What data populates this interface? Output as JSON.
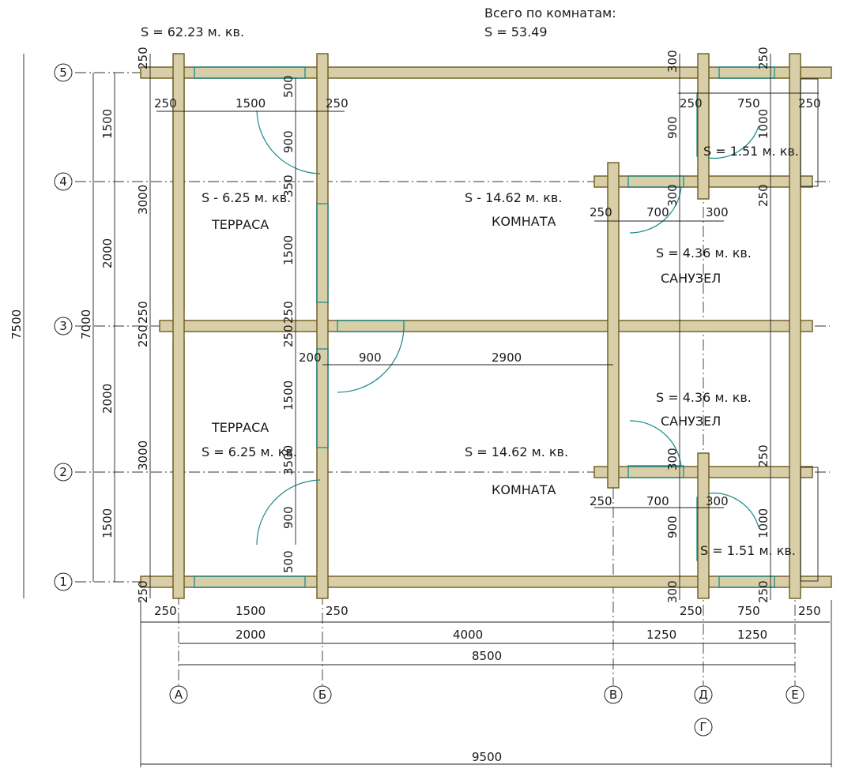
{
  "header": {
    "total_area": "S  =  62.23 м. кв.",
    "rooms_title": "Всего по комнатам:",
    "rooms_total": "S  =  53.49"
  },
  "axes": {
    "rows": [
      "5",
      "4",
      "3",
      "2",
      "1"
    ],
    "cols": [
      "А",
      "Б",
      "В",
      "Д",
      "Е"
    ],
    "extra": "Г"
  },
  "rooms": [
    {
      "id": "terrace-top",
      "name": "ТЕРРАСА",
      "area": "S  -  6.25 м. кв."
    },
    {
      "id": "room-top",
      "name": "КОМНАТА",
      "area": "S  -  14.62 м. кв."
    },
    {
      "id": "bath-top",
      "name": "САНУЗЕЛ",
      "area": "S  =  4.36 м. кв."
    },
    {
      "id": "closet-top",
      "name": "",
      "area": "S  =  1.51 м. кв."
    },
    {
      "id": "terrace-bottom",
      "name": "ТЕРРАСА",
      "area": "S  =  6.25 м. кв."
    },
    {
      "id": "room-bottom",
      "name": "КОМНАТА",
      "area": "S  =  14.62 м. кв."
    },
    {
      "id": "bath-bottom",
      "name": "САНУЗЕЛ",
      "area": "S  =  4.36 м. кв."
    },
    {
      "id": "closet-bottom",
      "name": "",
      "area": "S  =  1.51 м. кв."
    }
  ],
  "dims": {
    "d250": "250",
    "d300": "300",
    "d500": "500",
    "d700": "700",
    "d750": "750",
    "d900": "900",
    "d1000": "1000",
    "d1250": "1250",
    "d1500": "1500",
    "d2000": "2000",
    "d2900": "2900",
    "d3000": "3000",
    "d4000": "4000",
    "d7000": "7000",
    "d7500": "7500",
    "d8500": "8500",
    "d9500": "9500",
    "d200": "200",
    "d350": "350",
    "d3500": "3500"
  }
}
